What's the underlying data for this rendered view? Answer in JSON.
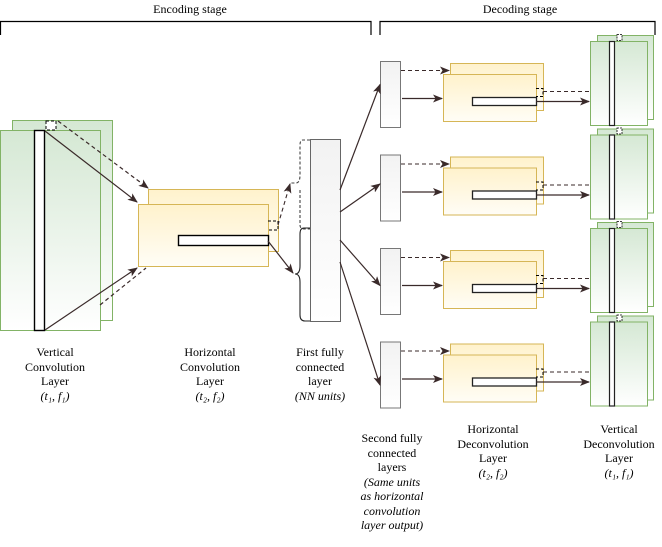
{
  "stages": {
    "encoding": "Encoding stage",
    "decoding": "Decoding stage"
  },
  "labels": {
    "vertical_conv": {
      "lines": [
        "Vertical",
        "Convolution",
        "Layer"
      ],
      "params": "(t₁, f₁)"
    },
    "horizontal_conv": {
      "lines": [
        "Horizontal",
        "Convolution",
        "Layer"
      ],
      "params": "(t₂, f₂)"
    },
    "first_fc": {
      "lines": [
        "First fully",
        "connected",
        "layer"
      ],
      "params": "(NN units)"
    },
    "second_fc": {
      "lines": [
        "Second fully",
        "connected",
        "layers"
      ],
      "params_lines": [
        "(Same units",
        "as horizontal",
        "convolution",
        "layer output)"
      ]
    },
    "horizontal_deconv": {
      "lines": [
        "Horizontal",
        "Deconvolution",
        "Layer"
      ],
      "params": "(t₂, f₂)"
    },
    "vertical_deconv": {
      "lines": [
        "Vertical",
        "Deconvolution",
        "Layer"
      ],
      "params": "(t₁, f₁)"
    }
  },
  "colors": {
    "green_fill_top": "#d5e8d4",
    "green_stroke": "#82b366",
    "yellow_fill_top": "#fff2cc",
    "yellow_stroke": "#d6b656",
    "gray_fill": "#f5f5f5",
    "gray_stroke": "#666666",
    "arrow": "#3a2a2a"
  },
  "decoder_branches": 4
}
